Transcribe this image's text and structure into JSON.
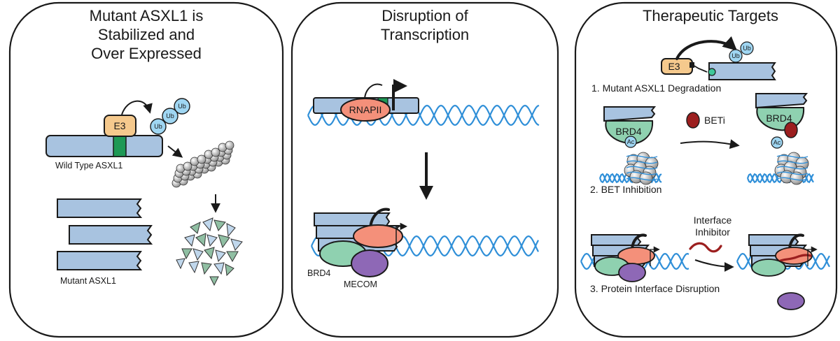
{
  "panels": {
    "left": {
      "title_lines": [
        "Mutant ASXL1 is",
        "Stabilized and",
        "Over Expressed"
      ],
      "e3": "E3",
      "ub": "Ub",
      "wild_type": "Wild Type ASXL1",
      "mutant": "Mutant ASXL1"
    },
    "middle": {
      "title_lines": [
        "Disruption of",
        "Transcription"
      ],
      "rnapii": "RNAPII",
      "brd4": "BRD4",
      "mecom": "MECOM"
    },
    "right": {
      "title": "Therapeutic Targets",
      "e3": "E3",
      "ub": "Ub",
      "step1": "1. Mutant ASXL1 Degradation",
      "brd4": "BRD4",
      "ac": "Ac",
      "beti": "BETi",
      "step2": "2. BET Inhibition",
      "inhibitor_lines": [
        "Interface",
        "Inhibitor"
      ],
      "step3": "3. Protein Interface Disruption"
    }
  },
  "colors": {
    "asxl1": "#a8c3e0",
    "e3": "#f5c98d",
    "ub": "#9fd6f2",
    "green_band": "#1e9955",
    "rnapii": "#f4907a",
    "brd4": "#8fd1b0",
    "mecom": "#8e68b6",
    "beti": "#9c1f1f",
    "dna": "#2f8fd8"
  }
}
